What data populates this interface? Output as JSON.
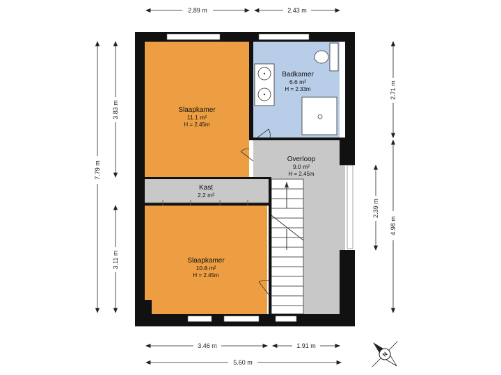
{
  "colors": {
    "wall": "#111111",
    "bedroom": "#ED9E42",
    "bathroom": "#B8CDE8",
    "hallway": "#C8C8C8",
    "closet": "#C8C8C8",
    "window": "#FFFFFF",
    "dimension_line": "#222222"
  },
  "rooms": {
    "bedroom_top": {
      "name": "Slaapkamer",
      "area": "11.1 m²",
      "height": "H = 2.45m"
    },
    "bathroom": {
      "name": "Badkamer",
      "area": "6.6 m²",
      "height": "H = 2.33m"
    },
    "landing": {
      "name": "Overloop",
      "area": "9.0 m²",
      "height": "H = 2.45m"
    },
    "closet": {
      "name": "Kast",
      "area": "2.2 m²"
    },
    "bedroom_bottom": {
      "name": "Slaapkamer",
      "area": "10.8 m²",
      "height": "H = 2.45m"
    }
  },
  "dimensions": {
    "top_left": "2.89 m",
    "top_right": "2.43 m",
    "left_total": "7.79 m",
    "left_upper": "3.83 m",
    "left_lower": "3.11 m",
    "right_upper": "2.71 m",
    "right_middle": "2.39 m",
    "right_lower": "4.98 m",
    "bottom_left": "3.46 m",
    "bottom_right": "1.91 m",
    "bottom_total": "5.60 m"
  },
  "compass": {
    "label": "N",
    "icon": "compass-icon"
  }
}
